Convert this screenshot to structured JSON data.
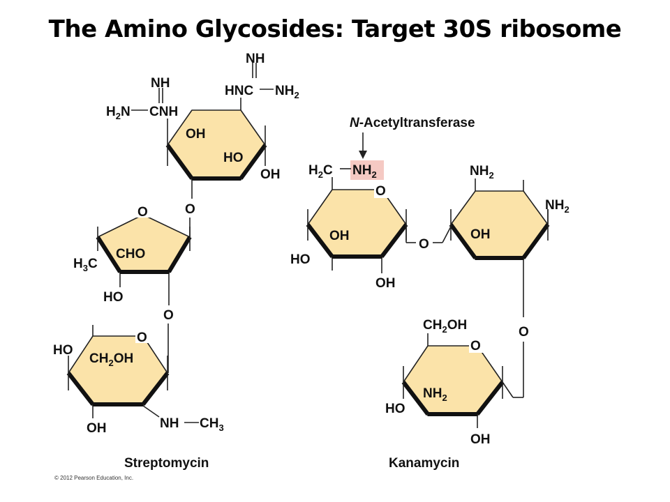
{
  "title": "The Amino Glycosides: Target 30S ribosome",
  "colors": {
    "ring_fill": "#fbe3a9",
    "highlight": "#f5c9c3",
    "ink": "#111111"
  },
  "streptomycin": {
    "name": "Streptomycin",
    "top_ring": {
      "nh_top": "NH",
      "hnc": "HNC",
      "nh2_right": "NH",
      "nh2_right_sub": "2",
      "nh_left": "NH",
      "h2n": "H",
      "h2n_sub": "2",
      "h2n_tail": "N",
      "cnh": "CNH",
      "oh_inner": "OH",
      "ho_inner": "HO",
      "oh_right": "OH"
    },
    "link_o1": "O",
    "mid_ring": {
      "o": "O",
      "cho": "CHO",
      "h3c": "H",
      "h3c_sub": "3",
      "h3c_tail": "C",
      "ho": "HO"
    },
    "link_o2": "O",
    "bottom_ring": {
      "ho_left": "HO",
      "o": "O",
      "ch2oh": "CH",
      "ch2oh_sub": "2",
      "ch2oh_tail": "OH",
      "oh_bottom": "OH",
      "nh": "NH",
      "ch3": "CH",
      "ch3_sub": "3"
    }
  },
  "kanamycin": {
    "name": "Kanamycin",
    "enzyme_label": "N-Acetyltransferase",
    "enzyme_label_italic": "N",
    "enzyme_label_rest": "-Acetyltransferase",
    "left_ring": {
      "h2c": "H",
      "h2c_sub": "2",
      "h2c_tail": "C",
      "nh2": "NH",
      "nh2_sub": "2",
      "o": "O",
      "oh_inner": "OH",
      "ho_left": "HO",
      "oh_bottom": "OH"
    },
    "link_o1": "O",
    "right_ring": {
      "nh2_top": "NH",
      "nh2_top_sub": "2",
      "nh2_right": "NH",
      "nh2_right_sub": "2",
      "oh_inner": "OH"
    },
    "link_o2": "O",
    "bottom_ring": {
      "ch2oh": "CH",
      "ch2oh_sub": "2",
      "ch2oh_tail": "OH",
      "o": "O",
      "nh2": "NH",
      "nh2_sub": "2",
      "ho_left": "HO",
      "oh_bottom": "OH"
    }
  },
  "copyright": "© 2012 Pearson Education, Inc."
}
